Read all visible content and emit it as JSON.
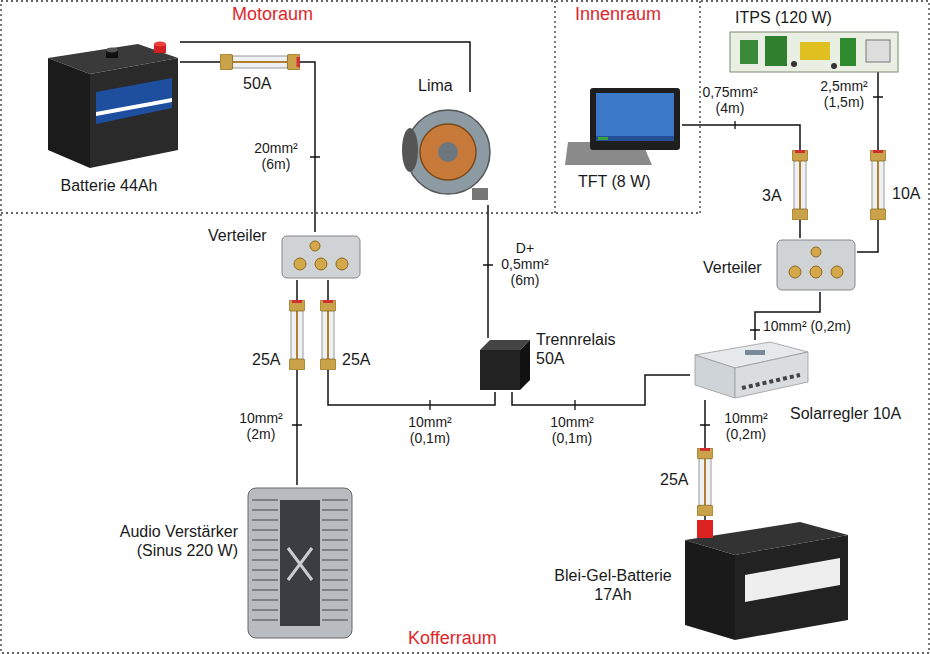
{
  "diagram": {
    "nodes": [
      {
        "text": [
          "Batterie 44Ah"
        ]
      },
      {
        "text": [
          "Lima"
        ]
      },
      {
        "text": [
          "TFT (8 W)"
        ]
      },
      {
        "text": [
          "ITPS (120 W)"
        ]
      },
      {
        "text": [
          "Verteiler"
        ]
      },
      {
        "text": [
          "Verteiler"
        ]
      },
      {
        "text": [
          "Trennrelais 50A"
        ]
      },
      {
        "text": [
          "Solarregler 10A"
        ]
      },
      {
        "text": [
          "Audio Verstärker (Sinus 220 W)"
        ]
      },
      {
        "text": [
          "Blei-Gel-Batterie 17Ah"
        ]
      }
    ],
    "edges": [
      {
        "from": 0,
        "to": 1,
        "arrow": "none"
      },
      {
        "from": 0,
        "to": 4,
        "label": "20mm² (6m)",
        "arrow": "none"
      },
      {
        "from": 1,
        "to": 6,
        "label": "D+ 0,5mm² (6m)",
        "arrow": "none"
      },
      {
        "from": 4,
        "to": 8,
        "label": "10mm² (2m)",
        "arrow": "none"
      },
      {
        "from": 4,
        "to": 6,
        "label": "10mm² (0,1m)",
        "arrow": "none"
      },
      {
        "from": 6,
        "to": 7,
        "label": "10mm² (0,1m)",
        "arrow": "none"
      },
      {
        "from": 7,
        "to": 5,
        "label": "10mm² (0,2m)",
        "arrow": "none"
      },
      {
        "from": 5,
        "to": 2,
        "label": "0,75mm² (4m)",
        "arrow": "none"
      },
      {
        "from": 5,
        "to": 3,
        "label": "2,5mm² (1,5m)",
        "arrow": "none"
      },
      {
        "from": 7,
        "to": 9,
        "label": "10mm² (0,2m)",
        "arrow": "none"
      }
    ],
    "labels": [
      "Motoraum",
      "Innenraum",
      "50A",
      "25A",
      "25A",
      "3A",
      "10A",
      "25A",
      "Kofferraum"
    ]
  }
}
